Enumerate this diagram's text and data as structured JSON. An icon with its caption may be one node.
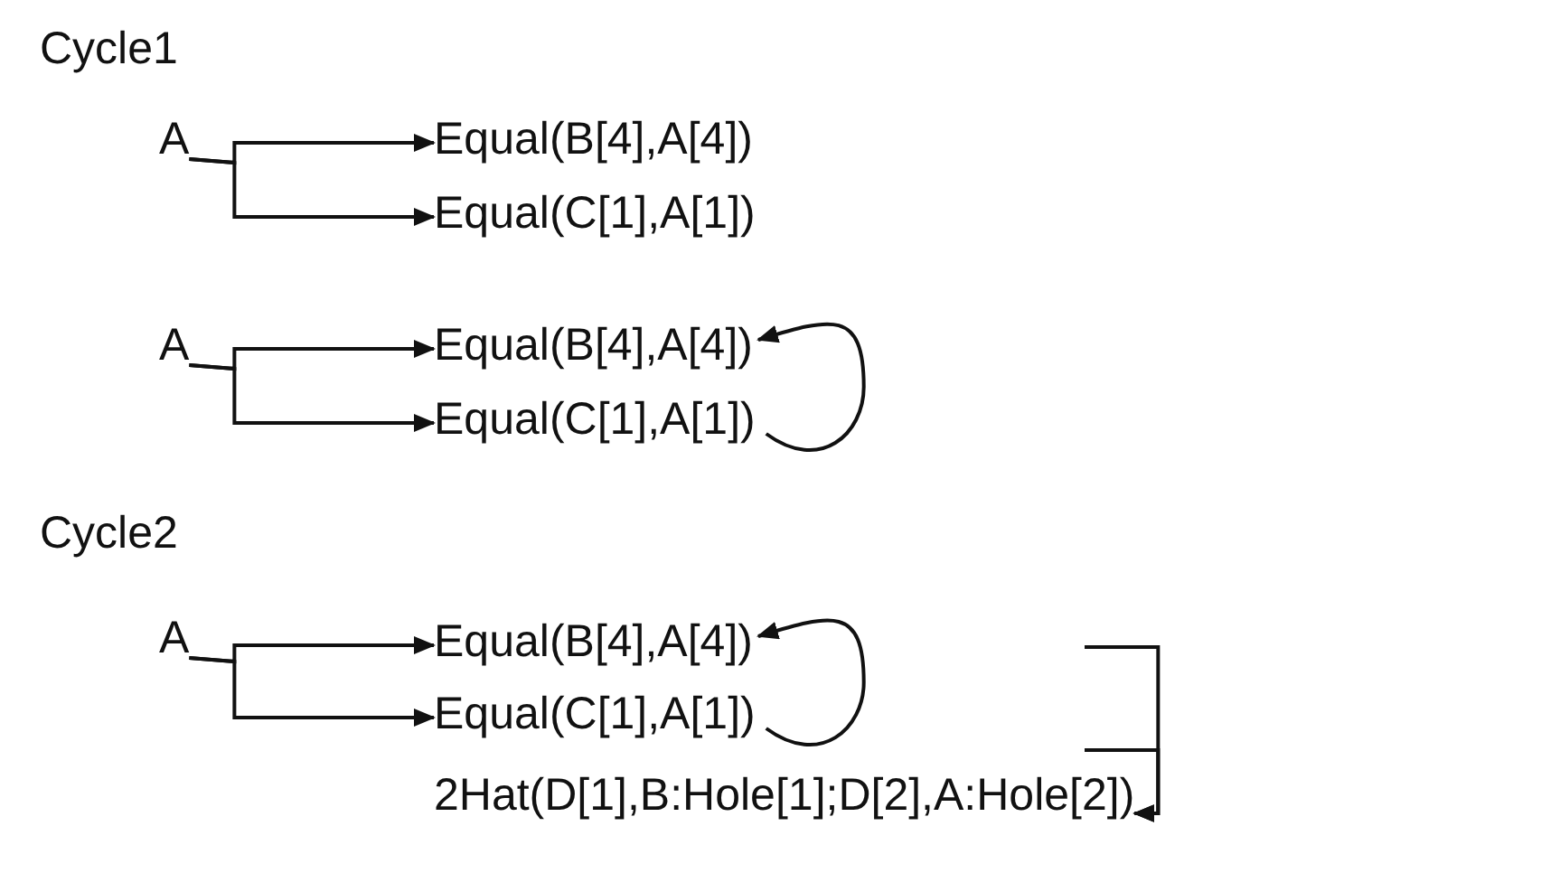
{
  "diagram": {
    "nodes": [
      {
        "text": [
          "A"
        ]
      },
      {
        "text": [
          "Equal(B[4],A[4])"
        ]
      },
      {
        "text": [
          "Equal(C[1],A[1])"
        ]
      },
      {
        "text": [
          "A"
        ]
      },
      {
        "text": [
          "Equal(B[4],A[4])"
        ]
      },
      {
        "text": [
          "Equal(C[1],A[1])"
        ]
      },
      {
        "text": [
          "A"
        ]
      },
      {
        "text": [
          "Equal(B[4],A[4])"
        ]
      },
      {
        "text": [
          "Equal(C[1],A[1])"
        ]
      },
      {
        "text": [
          "2Hat(D[1],B:Hole[1];D[2],A:Hole[2])"
        ]
      }
    ],
    "edges": [
      {
        "from": 0,
        "to": 1,
        "arrow": "to"
      },
      {
        "from": 0,
        "to": 2,
        "arrow": "to"
      },
      {
        "from": 3,
        "to": 4,
        "arrow": "to"
      },
      {
        "from": 3,
        "to": 5,
        "arrow": "to"
      },
      {
        "from": 5,
        "to": 4,
        "arrow": "to"
      },
      {
        "from": 6,
        "to": 7,
        "arrow": "to"
      },
      {
        "from": 6,
        "to": 8,
        "arrow": "to"
      },
      {
        "from": 8,
        "to": 7,
        "arrow": "to"
      },
      {
        "from": null,
        "to": 9,
        "arrow": "to"
      },
      {
        "from": null,
        "to": 9,
        "arrow": "to"
      }
    ],
    "labels": [
      "Cycle1",
      "Cycle2"
    ]
  }
}
